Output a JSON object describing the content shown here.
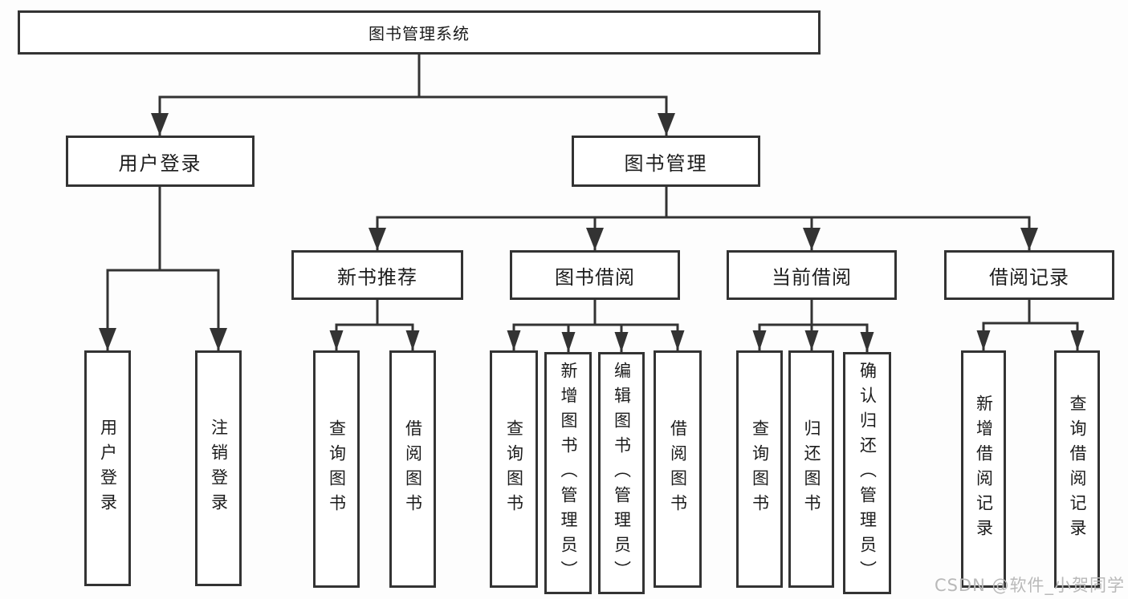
{
  "tree": {
    "root": {
      "label": "图书管理系统"
    },
    "children": [
      {
        "label": "用户登录",
        "children": [
          {
            "label": "用户登录"
          },
          {
            "label": "注销登录"
          }
        ]
      },
      {
        "label": "图书管理",
        "children": [
          {
            "label": "新书推荐",
            "children": [
              {
                "label": "查询图书"
              },
              {
                "label": "借阅图书"
              }
            ]
          },
          {
            "label": "图书借阅",
            "children": [
              {
                "label": "查询图书"
              },
              {
                "label": "新增图书（管理员）"
              },
              {
                "label": "编辑图书（管理员）"
              },
              {
                "label": "借阅图书"
              }
            ]
          },
          {
            "label": "当前借阅",
            "children": [
              {
                "label": "查询图书"
              },
              {
                "label": "归还图书"
              },
              {
                "label": "确认归还（管理员）"
              }
            ]
          },
          {
            "label": "借阅记录",
            "children": [
              {
                "label": "新增借阅记录"
              },
              {
                "label": "查询借阅记录"
              }
            ]
          }
        ]
      }
    ]
  },
  "watermark": {
    "text": "CSDN @软件_小贺同学"
  },
  "colors": {
    "line": "#333333",
    "box_border": "#333333",
    "box_fill": "#ffffff",
    "text": "#1c1c1c",
    "watermark": "#b9b9b9",
    "background": "#fdfdfd"
  }
}
